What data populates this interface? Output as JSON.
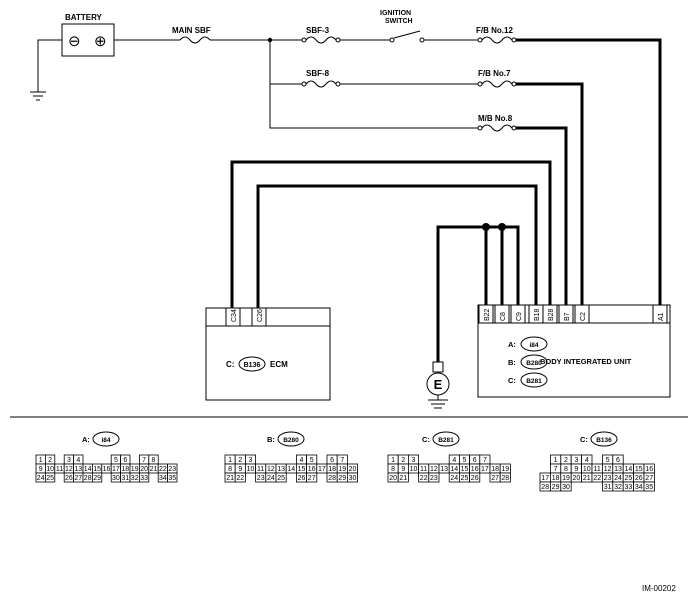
{
  "labels": {
    "battery": "BATTERY",
    "battery_minus": "⊖",
    "battery_plus": "⊕",
    "main_sbf": "MAIN SBF",
    "sbf3": "SBF-3",
    "sbf8": "SBF-8",
    "ignition_1": "IGNITION",
    "ignition_2": "SWITCH",
    "fb12": "F/B No.12",
    "fb7": "F/B No.7",
    "mb8": "M/B No.8",
    "ecm": "ECM",
    "ecm_prefix": "C:",
    "ecm_conn": "B136",
    "ground_e": "E",
    "biu_name": "BODY INTEGRATED UNIT",
    "image_id": "IM-00202"
  },
  "ecm_pins": [
    "C34",
    "C26"
  ],
  "biu_pins": [
    "B22",
    "C8",
    "C9",
    "B18",
    "B28",
    "B7",
    "C2",
    "A1"
  ],
  "biu_connectors": [
    {
      "prefix": "A:",
      "code": "i84"
    },
    {
      "prefix": "B:",
      "code": "B280"
    },
    {
      "prefix": "C:",
      "code": "B281"
    }
  ],
  "connector_faces": [
    {
      "prefix": "A:",
      "code": "i84",
      "rows": [
        [
          "1",
          "2",
          "",
          "3",
          "4",
          "",
          "",
          "",
          "5",
          "6",
          "",
          "7",
          "8"
        ],
        [
          "9",
          "10",
          "11",
          "12",
          "13",
          "14",
          "15",
          "16",
          "17",
          "18",
          "19",
          "20",
          "21",
          "22",
          "23"
        ],
        [
          "24",
          "25",
          "",
          "26",
          "27",
          "28",
          "29",
          "",
          "30",
          "31",
          "32",
          "33",
          "",
          "34",
          "35"
        ]
      ]
    },
    {
      "prefix": "B:",
      "code": "B280",
      "rows": [
        [
          "1",
          "2",
          "3",
          "",
          "",
          "",
          "",
          "4",
          "5",
          "",
          "6",
          "7"
        ],
        [
          "8",
          "9",
          "10",
          "11",
          "12",
          "13",
          "14",
          "15",
          "16",
          "17",
          "18",
          "19",
          "20"
        ],
        [
          "21",
          "22",
          "",
          "23",
          "24",
          "25",
          "",
          "26",
          "27",
          "",
          "28",
          "29",
          "30"
        ]
      ]
    },
    {
      "prefix": "C:",
      "code": "B281",
      "rows": [
        [
          "1",
          "2",
          "3",
          "",
          "",
          "",
          "4",
          "5",
          "6",
          "7"
        ],
        [
          "8",
          "9",
          "10",
          "11",
          "12",
          "13",
          "14",
          "15",
          "16",
          "17",
          "18",
          "19"
        ],
        [
          "20",
          "21",
          "",
          "22",
          "23",
          "",
          "24",
          "25",
          "26",
          "",
          "27",
          "28"
        ]
      ]
    },
    {
      "prefix": "C:",
      "code": "B136",
      "rows": [
        [
          "",
          "1",
          "2",
          "3",
          "4",
          "",
          "5",
          "6"
        ],
        [
          "",
          "7",
          "8",
          "9",
          "10",
          "11",
          "12",
          "13",
          "14",
          "15",
          "16"
        ],
        [
          "17",
          "18",
          "19",
          "20",
          "21",
          "22",
          "23",
          "24",
          "25",
          "26",
          "27"
        ],
        [
          "28",
          "29",
          "30",
          "",
          "",
          "",
          "31",
          "32",
          "33",
          "34",
          "35"
        ]
      ]
    }
  ]
}
